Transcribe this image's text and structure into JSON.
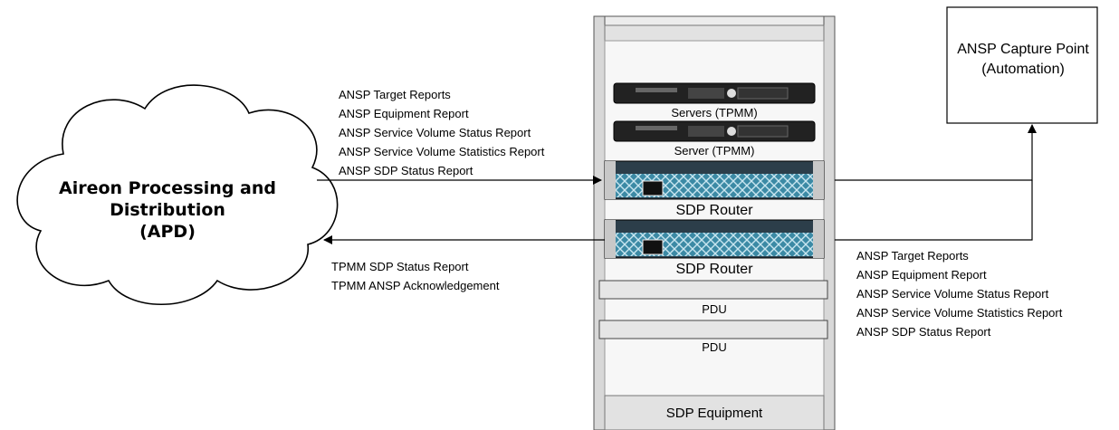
{
  "apd": {
    "lines": [
      "Aireon Processing and",
      "Distribution",
      "(APD)"
    ]
  },
  "capture_point": {
    "lines": [
      "ANSP Capture Point",
      "(Automation)"
    ]
  },
  "rack": {
    "server1_label": "Servers (TPMM)",
    "server2_label": "Server (TPMM)",
    "router1_label": "SDP Router",
    "router2_label": "SDP Router",
    "pdu1_label": "PDU",
    "pdu2_label": "PDU",
    "base_label": "SDP Equipment"
  },
  "inbound_reports": [
    "ANSP Target Reports",
    "ANSP Equipment Report",
    "ANSP Service Volume Status Report",
    "ANSP Service Volume Statistics Report",
    "ANSP SDP Status Report"
  ],
  "outbound_reports": [
    "TPMM SDP Status Report",
    "TPMM ANSP Acknowledgement"
  ],
  "capture_reports": [
    "ANSP Target Reports",
    "ANSP Equipment Report",
    "ANSP Service Volume Status Report",
    "ANSP Service Volume Statistics Report",
    "ANSP SDP Status Report"
  ]
}
